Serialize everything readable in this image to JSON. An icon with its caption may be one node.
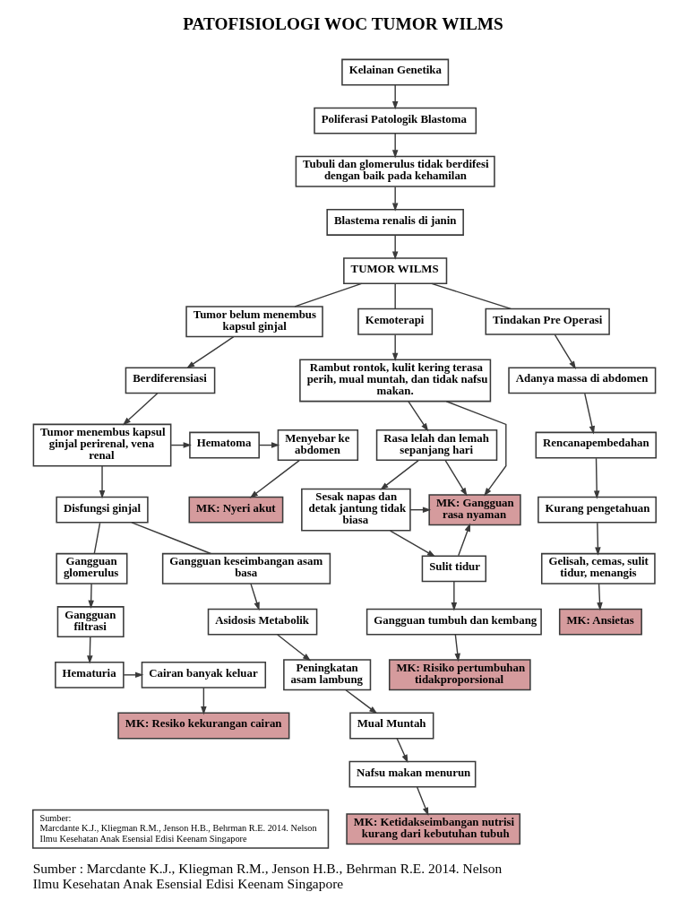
{
  "diagram": {
    "title": "PATOFISIOLOGI WOC TUMOR WILMS",
    "caption": "Sumber : Marcdante K.J., Kliegman R.M., Jenson H.B., Behrman R.E. 2014. Nelson Ilmu Kesehatan Anak Esensial Edisi Keenam Singapore",
    "nodes": [
      {
        "text": [
          "Kelainan Genetika"
        ]
      },
      {
        "text": [
          "Poliferasi Patologik Blastoma"
        ]
      },
      {
        "text": [
          "Tubuli dan glomerulus tidak berdifesi dengan baik pada kehamilan"
        ]
      },
      {
        "text": [
          "Blastema renalis di janin"
        ]
      },
      {
        "text": [
          "TUMOR WILMS"
        ]
      },
      {
        "text": [
          "Tumor belum menembus kapsul ginjal"
        ]
      },
      {
        "text": [
          "Berdiferensiasi"
        ]
      },
      {
        "text": [
          "Tumor menembus kapsul ginjal perirenal, vena renal"
        ]
      },
      {
        "text": [
          "Hematoma"
        ]
      },
      {
        "text": [
          "Menyebar ke abdomen"
        ]
      },
      {
        "text": [
          "MK: Nyeri akut"
        ]
      },
      {
        "text": [
          "Disfungsi ginjal"
        ]
      },
      {
        "text": [
          "Gangguan glomerulus"
        ]
      },
      {
        "text": [
          "Gangguan filtrasi"
        ]
      },
      {
        "text": [
          "Hematuria"
        ]
      },
      {
        "text": [
          "Cairan banyak keluar"
        ]
      },
      {
        "text": [
          "MK: Resiko kekurangan cairan"
        ]
      },
      {
        "text": [
          "Gangguan keseimbangan asam basa"
        ]
      },
      {
        "text": [
          "Asidosis Metabolik"
        ]
      },
      {
        "text": [
          "Peningkatan asam lambung"
        ]
      },
      {
        "text": [
          "Mual Muntah"
        ]
      },
      {
        "text": [
          "Nafsu makan menurun"
        ]
      },
      {
        "text": [
          "MK: Ketidakseimbangan nutrisi kurang dari kebutuhan tubuh"
        ]
      },
      {
        "text": [
          "Kemoterapi"
        ]
      },
      {
        "text": [
          "Rambut rontok, kulit kering terasa perih, mual muntah, dan tidak nafsu makan."
        ]
      },
      {
        "text": [
          "Rasa lelah dan lemah sepanjang hari"
        ]
      },
      {
        "text": [
          "Sesak napas dan detak jantung tidak biasa"
        ]
      },
      {
        "text": [
          "Sulit tidur"
        ]
      },
      {
        "text": [
          "Gangguan tumbuh dan kembang"
        ]
      },
      {
        "text": [
          "MK: Risiko pertumbuhan tidakproporsional"
        ]
      },
      {
        "text": [
          "MK: Gangguan rasa nyaman"
        ]
      },
      {
        "text": [
          "Tindakan Pre Operasi"
        ]
      },
      {
        "text": [
          "Adanya massa di abdomen"
        ]
      },
      {
        "text": [
          "Rencanapembedahan"
        ]
      },
      {
        "text": [
          "Kurang pengetahuan"
        ]
      },
      {
        "text": [
          "Gelisah, cemas, sulit tidur, menangis"
        ]
      },
      {
        "text": [
          "MK: Ansietas"
        ]
      },
      {
        "text": [
          "Sumber:",
          "Marcdante K.J., Kliegman R.M., Jenson H.B., Behrman R.E. 2014. Nelson Ilmu Kesehatan Anak Esensial Edisi Keenam Singapore"
        ]
      }
    ],
    "edges": [
      {
        "from": 0,
        "to": 1,
        "arrow": "to"
      },
      {
        "from": 1,
        "to": 2,
        "arrow": "to"
      },
      {
        "from": 2,
        "to": 3,
        "arrow": "to"
      },
      {
        "from": 3,
        "to": 4,
        "arrow": "to"
      },
      {
        "from": 4,
        "to": 5,
        "arrow": "none"
      },
      {
        "from": 4,
        "to": 23,
        "arrow": "none"
      },
      {
        "from": 4,
        "to": 31,
        "arrow": "none"
      },
      {
        "from": 5,
        "to": 6,
        "arrow": "to"
      },
      {
        "from": 6,
        "to": 7,
        "arrow": "to"
      },
      {
        "from": 7,
        "to": 8,
        "arrow": "to"
      },
      {
        "from": 8,
        "to": 9,
        "arrow": "to"
      },
      {
        "from": 9,
        "to": 10,
        "arrow": "to"
      },
      {
        "from": 7,
        "to": 11,
        "arrow": "to"
      },
      {
        "from": 11,
        "to": 12,
        "arrow": "none"
      },
      {
        "from": 11,
        "to": 17,
        "arrow": "none"
      },
      {
        "from": 12,
        "to": 13,
        "arrow": "to"
      },
      {
        "from": 13,
        "to": 14,
        "arrow": "to"
      },
      {
        "from": 14,
        "to": 15,
        "arrow": "to"
      },
      {
        "from": 15,
        "to": 16,
        "arrow": "to"
      },
      {
        "from": 17,
        "to": 18,
        "arrow": "to"
      },
      {
        "from": 18,
        "to": 19,
        "arrow": "to"
      },
      {
        "from": 19,
        "to": 20,
        "arrow": "to"
      },
      {
        "from": 20,
        "to": 21,
        "arrow": "to"
      },
      {
        "from": 21,
        "to": 22,
        "arrow": "to"
      },
      {
        "from": 23,
        "to": 24,
        "arrow": "to"
      },
      {
        "from": 24,
        "to": 25,
        "arrow": "to"
      },
      {
        "from": 25,
        "to": 26,
        "arrow": "to"
      },
      {
        "from": 26,
        "to": 27,
        "arrow": "to"
      },
      {
        "from": 27,
        "to": 28,
        "arrow": "to"
      },
      {
        "from": 28,
        "to": 29,
        "arrow": "to"
      },
      {
        "from": 24,
        "to": 30,
        "arrow": "to"
      },
      {
        "from": 25,
        "to": 30,
        "arrow": "to"
      },
      {
        "from": 26,
        "to": 30,
        "arrow": "to"
      },
      {
        "from": 27,
        "to": 30,
        "arrow": "to"
      },
      {
        "from": 31,
        "to": 32,
        "arrow": "to"
      },
      {
        "from": 32,
        "to": 33,
        "arrow": "to"
      },
      {
        "from": 33,
        "to": 34,
        "arrow": "to"
      },
      {
        "from": 34,
        "to": 35,
        "arrow": "to"
      },
      {
        "from": 35,
        "to": 36,
        "arrow": "to"
      }
    ]
  }
}
